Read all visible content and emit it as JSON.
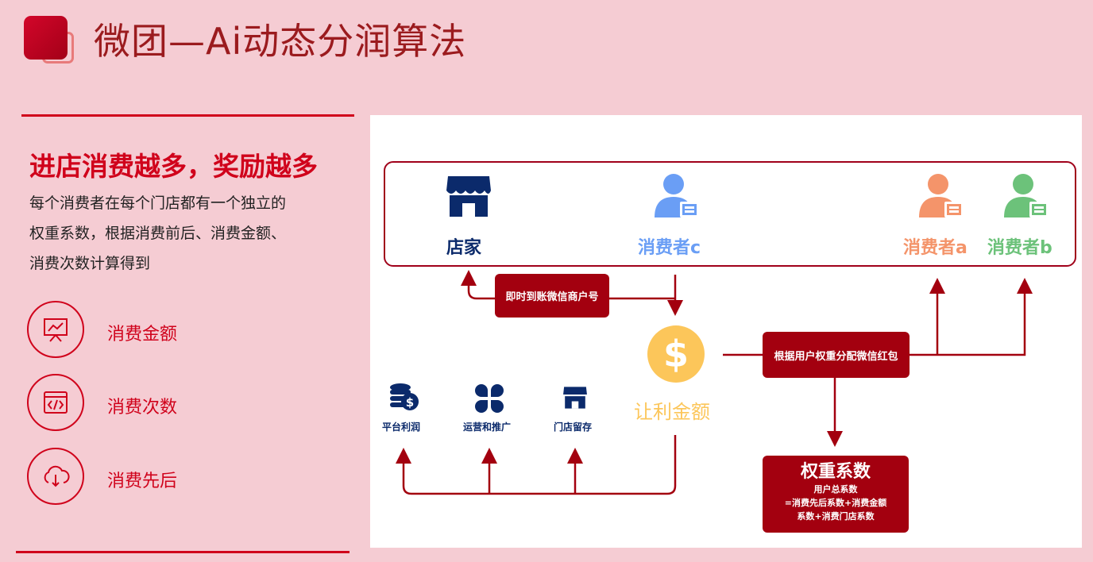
{
  "title": "微团—Ai动态分润算法",
  "left": {
    "heading": "进店消费越多，奖励越多",
    "paragraph": [
      "每个消费者在每个门店都有一个独立的",
      "权重系数，根据消费前后、消费金额、",
      "消费次数计算得到"
    ],
    "factors": [
      {
        "label": "消费金额",
        "icon": "presentation-chart-icon"
      },
      {
        "label": "消费次数",
        "icon": "code-window-icon"
      },
      {
        "label": "消费先后",
        "icon": "cloud-download-icon"
      }
    ]
  },
  "diagram": {
    "store": "店家",
    "consumer_c": "消费者c",
    "consumer_a": "消费者a",
    "consumer_b": "消费者b",
    "instant": "即时到账微信商户号",
    "amount": "让利金额",
    "distribute": "根据用户权重分配微信红包",
    "platform": "平台利润",
    "operation": "运营和推广",
    "retain": "门店留存",
    "weight_title": "权重系数",
    "weight_lines": [
      "用户总系数",
      "=消费先后系数+消费金额",
      "系数+消费门店系数"
    ],
    "colors": {
      "store": "#0b2a6b",
      "c": "#6a9ef5",
      "a": "#f4946a",
      "b": "#6cc27a",
      "coin": "#fcc65a",
      "red": "#a3000f"
    }
  }
}
